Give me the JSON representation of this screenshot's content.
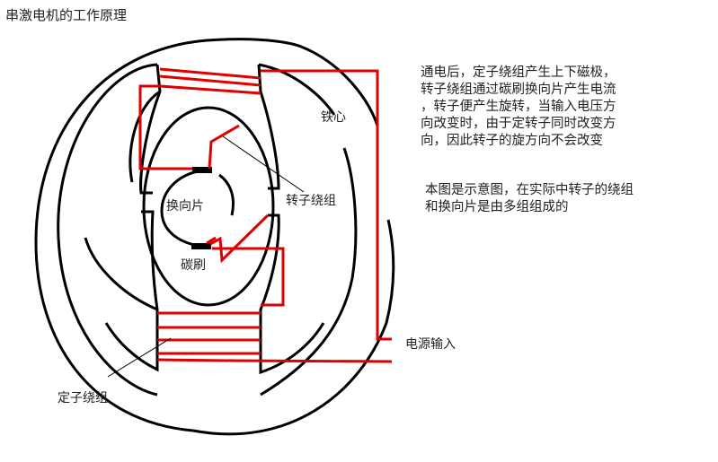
{
  "title": "串激电机的工作原理",
  "labels": {
    "iron_core": "铁心",
    "commutator": "换向片",
    "rotor_winding": "转子绕组",
    "carbon_brush": "碳刷",
    "stator_winding": "定子绕组",
    "power_input": "电源输入"
  },
  "description": {
    "lines": [
      "通电后，定子绕组产生上下磁极，",
      "转子绕组通过碳刷换向片产生电流",
      "，转子便产生旋转，当输入电压方",
      "向改变时，由于定转子同时改变方",
      "向，因此转子的旋方向不会改变"
    ]
  },
  "note": {
    "lines": [
      "本图是示意图，在实际中转子的绕组",
      "和换向片是由多组组成的"
    ]
  },
  "colors": {
    "outline": "#000000",
    "wire": "#e00000",
    "background": "#ffffff"
  }
}
